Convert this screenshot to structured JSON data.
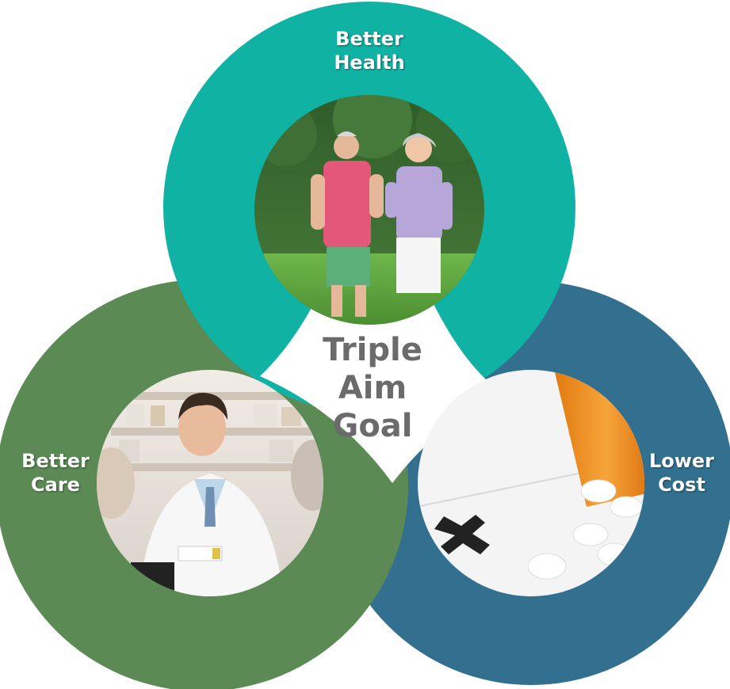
{
  "colors": {
    "health": "#0fb2a3",
    "care": "#5b8a55",
    "cost": "#33708f",
    "center_text": "#6b6b6b"
  },
  "center": {
    "line1": "Triple",
    "line2": "Aim",
    "line3": "Goal"
  },
  "rings": {
    "health": {
      "line1": "Better",
      "line2": "Health",
      "photo": "older couple jogging in park"
    },
    "care": {
      "line1": "Better",
      "line2": "Care",
      "photo": "pharmacist handing medicine to customers"
    },
    "cost": {
      "line1": "Lower",
      "line2": "Cost",
      "photo": "spilled pills from orange bottle on Rx prescription"
    }
  }
}
